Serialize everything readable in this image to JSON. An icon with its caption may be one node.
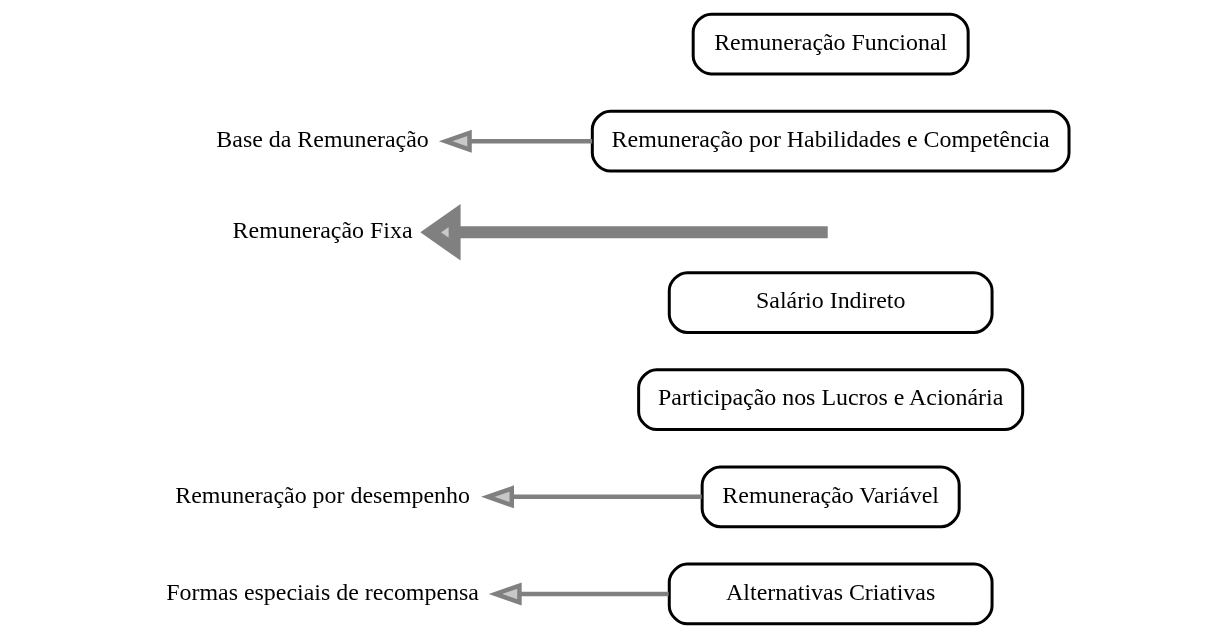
{
  "diagram": {
    "nodes": [
      {
        "text": [
          "Formas especiais de recompensa"
        ]
      },
      {
        "text": [
          "Alternativas Criativas"
        ]
      },
      {
        "text": [
          "Remuneração por desempenho"
        ]
      },
      {
        "text": [
          "Remuneração Variável"
        ]
      },
      {
        "text": [
          "Participação nos Lucros e Acionária"
        ]
      },
      {
        "text": [
          "Salário Indireto"
        ]
      },
      {
        "text": [
          "Remuneração Fixa"
        ]
      },
      {
        "text": [
          "Base da Remuneração"
        ]
      },
      {
        "text": [
          "Remuneração por Habilidades e Competência"
        ]
      },
      {
        "text": [
          "Remuneração Funcional"
        ]
      }
    ],
    "edges": [
      {
        "from": 1,
        "to": 0,
        "arrow": "to"
      },
      {
        "from": 3,
        "to": 2,
        "arrow": "to"
      },
      {
        "from": null,
        "to": 6,
        "arrow": "to",
        "style": "thick"
      },
      {
        "from": 8,
        "to": 7,
        "arrow": "to"
      }
    ]
  }
}
